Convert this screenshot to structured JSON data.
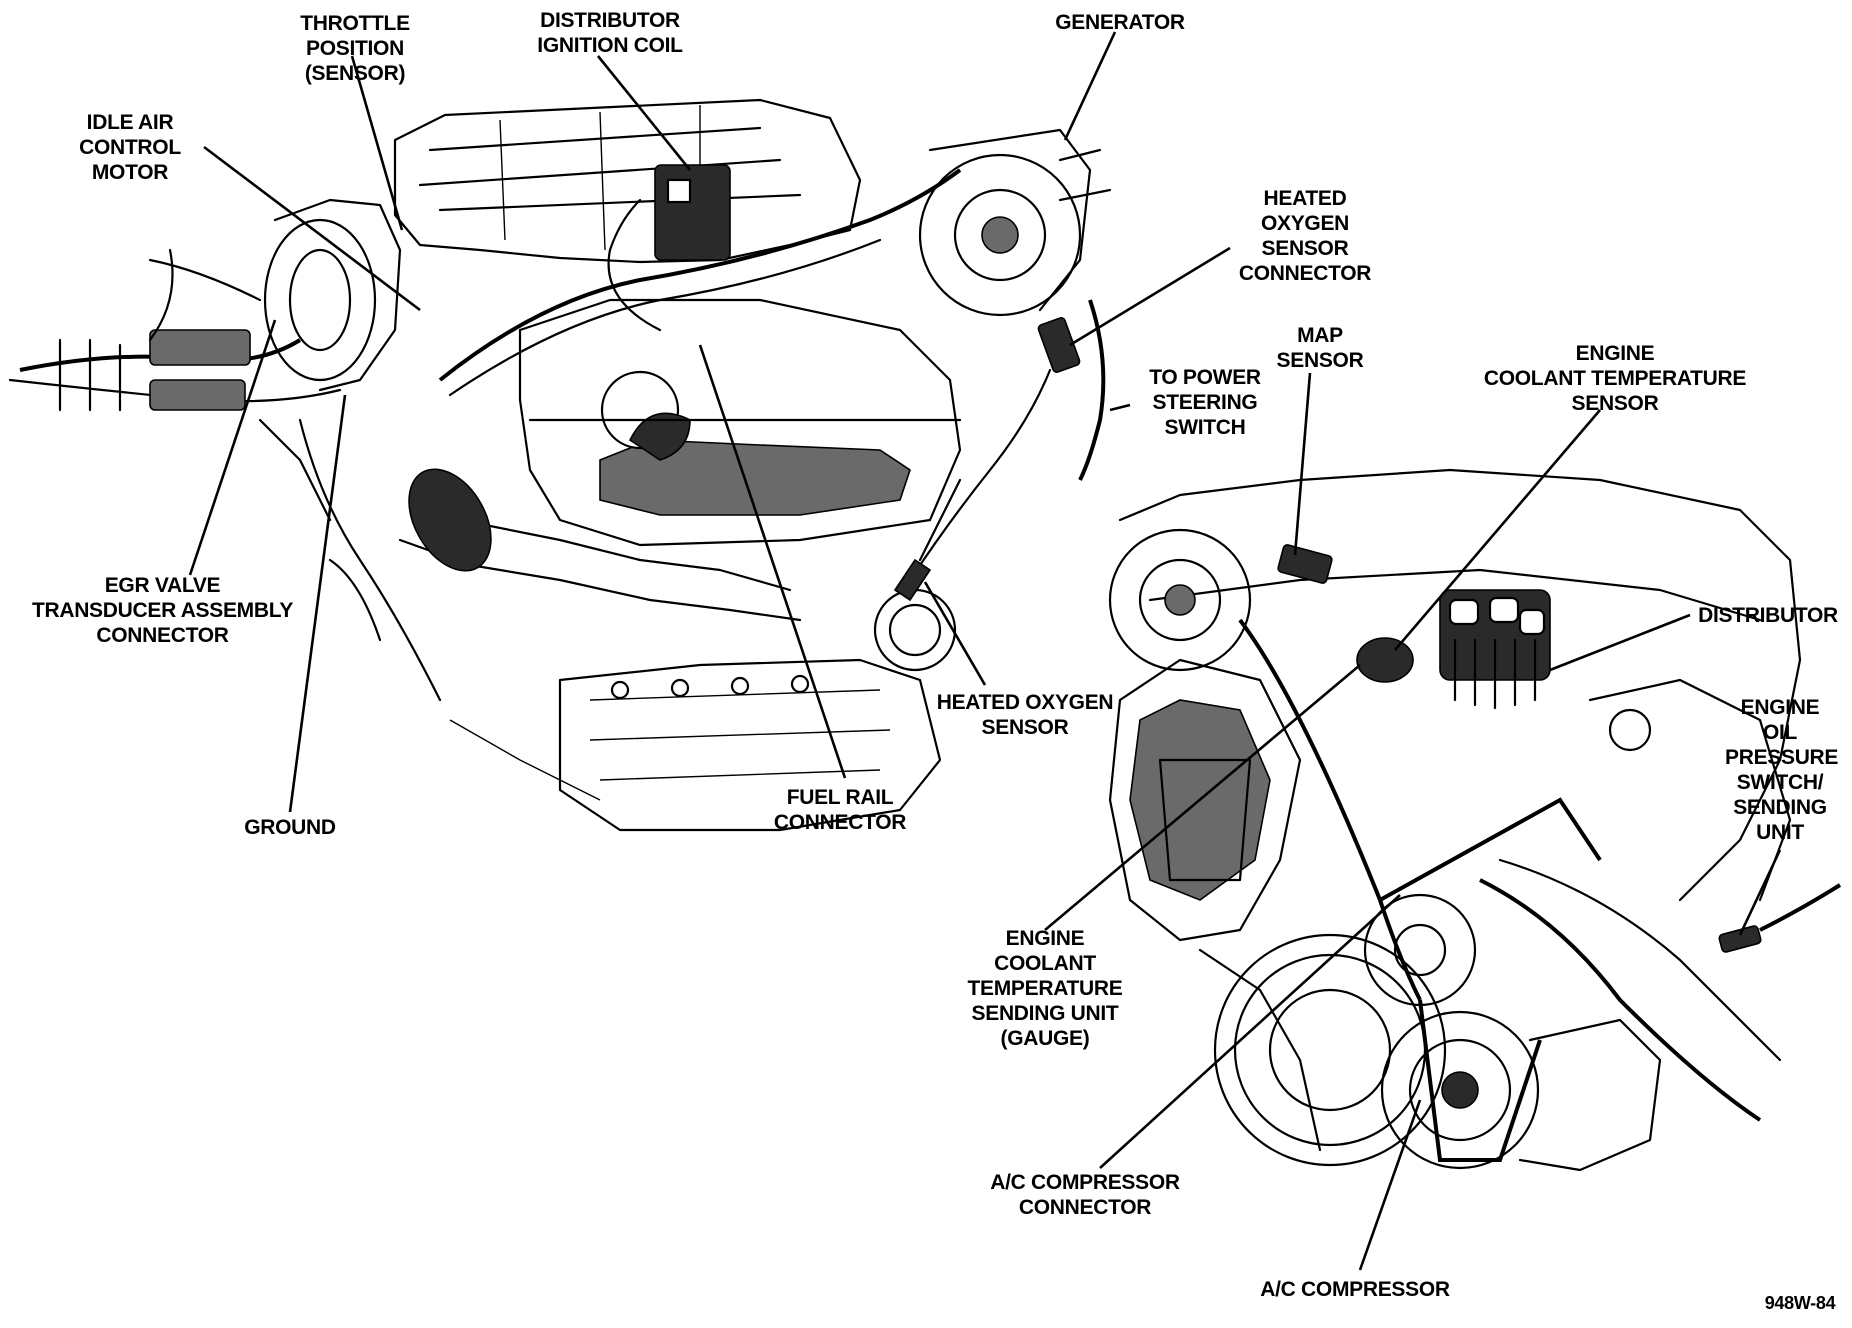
{
  "labels": {
    "throttle_position": "THROTTLE POSITION\n(SENSOR)",
    "distributor_ignition_coil": "DISTRIBUTOR\nIGNITION COIL",
    "generator": "GENERATOR",
    "idle_air_control_motor": "IDLE AIR\nCONTROL MOTOR",
    "heated_oxygen_sensor_connector": "HEATED\nOXYGEN SENSOR\nCONNECTOR",
    "to_power_steering_switch": "TO POWER\nSTEERING\nSWITCH",
    "map_sensor": "MAP\nSENSOR",
    "engine_coolant_temperature_sensor": "ENGINE\nCOOLANT TEMPERATURE\nSENSOR",
    "egr_valve_transducer": "EGR VALVE\nTRANSDUCER ASSEMBLY\nCONNECTOR",
    "distributor": "DISTRIBUTOR",
    "heated_oxygen_sensor": "HEATED OXYGEN\nSENSOR",
    "engine_oil_pressure": "ENGINE\nOIL\nPRESSURE\nSWITCH/\nSENDING\nUNIT",
    "ground": "GROUND",
    "fuel_rail_connector": "FUEL RAIL\nCONNECTOR",
    "engine_coolant_temperature_sending_unit": "ENGINE\nCOOLANT\nTEMPERATURE\nSENDING UNIT\n(GAUGE)",
    "ac_compressor_connector": "A/C COMPRESSOR\nCONNECTOR",
    "ac_compressor": "A/C COMPRESSOR",
    "figure_code": "948W-84"
  }
}
